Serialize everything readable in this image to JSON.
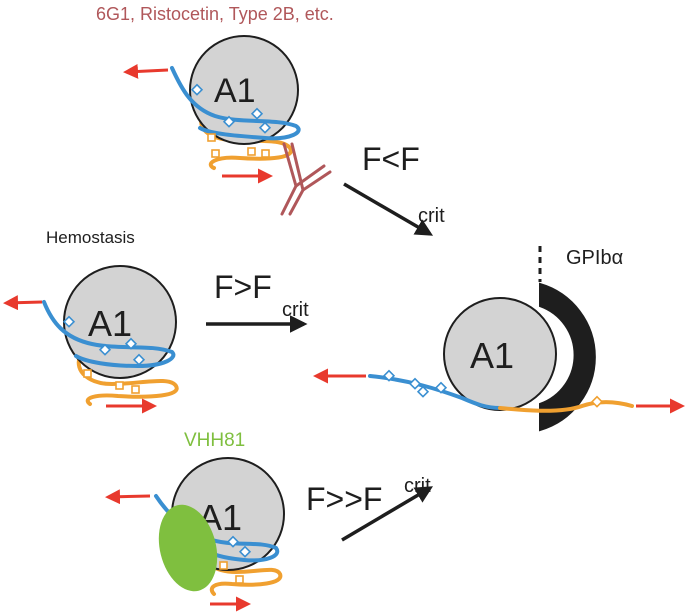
{
  "labels": {
    "top_caption": "6G1, Ristocetin, Type 2B, etc.",
    "hemostasis": "Hemostasis",
    "vhh81": "VHH81",
    "receptor": "GPIbα",
    "domain_name": "A1"
  },
  "force_arrows": {
    "low": {
      "base": "F",
      "relation": "<",
      "sub_base": "F",
      "sub": "crit"
    },
    "mid": {
      "base": "F",
      "relation": ">",
      "sub_base": "F",
      "sub": "crit"
    },
    "high": {
      "base": "F",
      "relation": ">>",
      "sub_base": "F",
      "sub": "crit"
    }
  },
  "colors": {
    "blue_strand": "#3a8fd1",
    "orange_strand": "#f0a030",
    "red_arrow": "#e8392d",
    "antibody": "#b0575a",
    "nanobody": "#7fbf3f",
    "domain_fill": "#d3d3d3",
    "receptor_fill": "#1e1e1e",
    "caption_red": "#b0575a",
    "caption_green": "#7fbf3f"
  }
}
